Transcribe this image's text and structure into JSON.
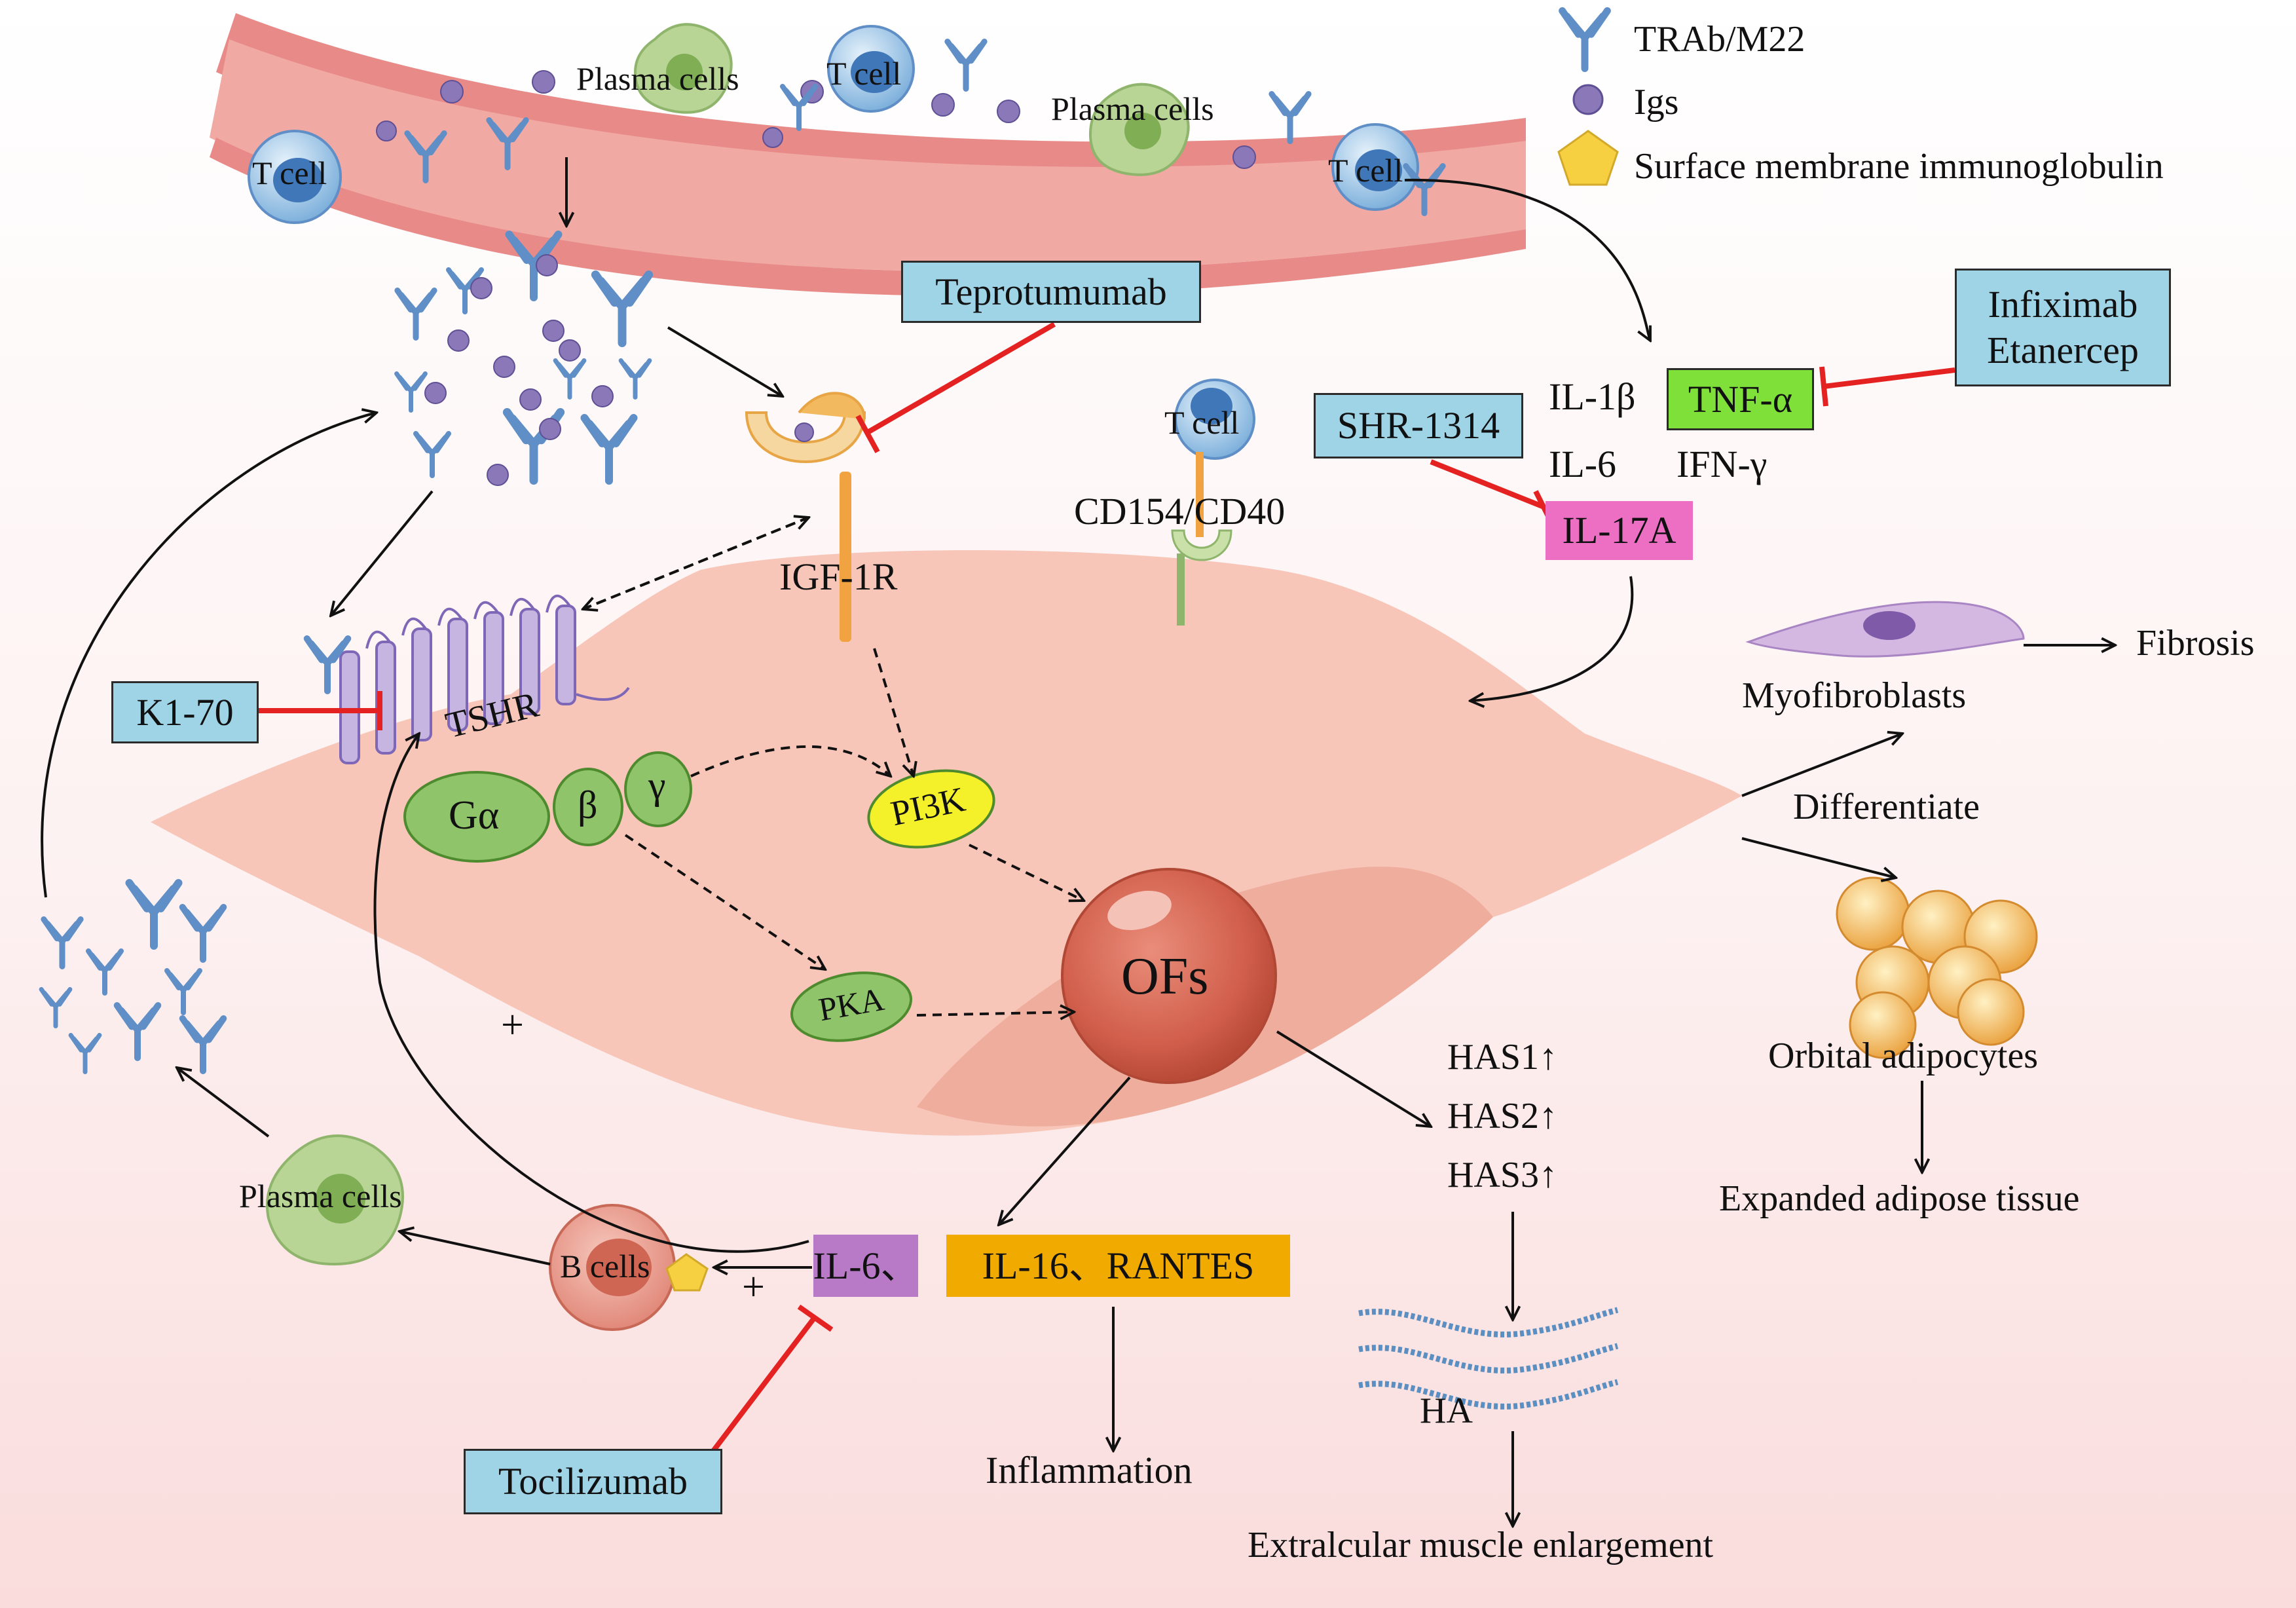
{
  "legend": {
    "trab": "TRAb/M22",
    "igs": "Igs",
    "smig": "Surface membrane immunoglobulin"
  },
  "vessel": {
    "tcell_1": "T cell",
    "tcell_2": "T cell",
    "tcell_3": "T cell",
    "plasma_1": "Plasma cells",
    "plasma_2": "Plasma cells"
  },
  "drugs": {
    "teprotumumab": "Teprotumumab",
    "infliximab": "Infiximab",
    "etanercept": "Etanercep",
    "shr": "SHR-1314",
    "k170": "K1-70",
    "tocilizumab": "Tocilizumab"
  },
  "cytokines": {
    "il1b": "IL-1β",
    "tnfa": "TNF-α",
    "il6_top": "IL-6",
    "ifng": "IFN-γ",
    "il17a": "IL-17A",
    "il6_bottom": "IL-6、",
    "il16_rantes": "IL-16、RANTES"
  },
  "receptors": {
    "tcell_cd40": "T cell",
    "cd154": "CD154/CD40",
    "igf1r": "IGF-1R",
    "tshr": "TSHR"
  },
  "signaling": {
    "galpha": "Gα",
    "beta": "β",
    "gamma": "γ",
    "pi3k": "PI3K",
    "pka": "PKA",
    "ofs": "OFs"
  },
  "outcomes": {
    "myofibroblasts": "Myofibroblasts",
    "fibrosis": "Fibrosis",
    "differentiate": "Differentiate",
    "orbital_adipocytes": "Orbital adipocytes",
    "expanded_adipose": "Expanded adipose tissue",
    "has1": "HAS1↑",
    "has2": "HAS2↑",
    "has3": "HAS3↑",
    "ha": "HA",
    "extraocular": "Extralcular muscle enlargement",
    "inflammation": "Inflammation"
  },
  "lower_left": {
    "plasma_cells": "Plasma cells",
    "b_cells": "B cells",
    "plus_1": "+",
    "plus_2": "+"
  },
  "colors": {
    "vessel_outer": "#e88a88",
    "vessel_inner": "#f1a9a3",
    "fibroblast": "#f8c6b8",
    "tnf_box": "#7fe03a",
    "il17a_box": "#ec6fc4",
    "il6_box": "#b879c7",
    "il16_box": "#f0aa00",
    "drug_box": "#9fd3e6",
    "inhibit": "#e52222",
    "antibody": "#6f9fd0",
    "igs": "#8a78b8",
    "tshr": "#a895cf",
    "gprotein": "#8fc46a",
    "pi3k": "#f4f12a",
    "smig": "#f6d040"
  }
}
